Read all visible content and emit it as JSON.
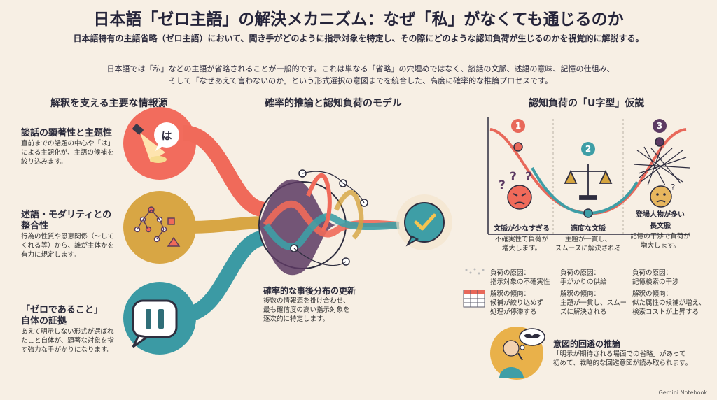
{
  "header": {
    "title": "日本語「ゼロ主語」の解決メカニズム：なぜ「私」がなくても通じるのか",
    "subtitle": "日本語特有の主語省略（ゼロ主語）において、聞き手がどのように指示対象を特定し、その際にどのような認知負荷が生じるのかを視覚的に解説する。",
    "intro_line1": "日本語では「私」などの主語が省略されることが一般的です。これは単なる「省略」の穴埋めではなく、談話の文脈、述語の意味、記憶の仕組み、",
    "intro_line2": "そして「なぜあえて言わないのか」という形式選択の意図までを統合した、高度に確率的な推論プロセスです。"
  },
  "left": {
    "section_title": "解釈を支える主要な情報源",
    "sources": [
      {
        "title": "談話の顕著性と主題性",
        "body1": "直前までの話題の中心や「は」",
        "body2": "による主題化が、主語の候補を",
        "body3": "絞り込みます。",
        "bubble": "は"
      },
      {
        "title1": "述語・モダリティとの",
        "title2": "整合性",
        "body1": "行為の性質や恩恵関係（〜して",
        "body2": "くれる等）から、誰が主体かを",
        "body3": "有力に規定します。"
      },
      {
        "title1": "「ゼロであること」",
        "title2": "自体の証拠",
        "body1": "あえて明示しない形式が選ばれ",
        "body2": "たこと自体が、顕著な対象を指",
        "body3": "す強力な手がかりになります。"
      }
    ]
  },
  "middle": {
    "section_title": "確率的推論と認知負荷のモデル",
    "caption_title": "確率的な事後分布の更新",
    "caption1": "複数の情報源を掛け合わせ、",
    "caption2": "最も確信度の高い指示対象を",
    "caption3": "逐次的に特定します。"
  },
  "right": {
    "section_title": "認知負荷の「U字型」仮説",
    "markers": [
      "1",
      "2",
      "3"
    ],
    "labels": [
      {
        "title": "文脈が少なすぎる",
        "body1": "不確実性で負荷が",
        "body2": "増大します。"
      },
      {
        "title": "適度な文脈",
        "body1": "主題が一貫し、",
        "body2": "スムーズに解決される"
      },
      {
        "title1": "登場人物が多い",
        "title2": "長文脈",
        "body1": "記憶の干渉で負荷が",
        "body2": "増大します。"
      }
    ],
    "causes": [
      {
        "label": "負荷の原因：",
        "value": "指示対象の不確実性"
      },
      {
        "label": "負荷の原因：",
        "value": "手がかりの供給"
      },
      {
        "label": "負荷の原因：",
        "value": "記憶検索の干渉"
      }
    ],
    "tendencies": [
      {
        "label": "解釈の傾向：",
        "v1": "候補が絞り込めず",
        "v2": "処理が停滞する"
      },
      {
        "label": "解釈の傾向：",
        "v1": "主題が一貫し、スムー",
        "v2": "ズに解決される"
      },
      {
        "label": "解釈の傾向：",
        "v1": "似た属性の候補が増え、",
        "v2": "検索コストが上昇する"
      }
    ],
    "avoid_title": "意図的回避の推論",
    "avoid1": "「明示が期待される場面での省略」があって",
    "avoid2": "初めて、戦略的な回避意図が読み取られます。"
  },
  "footer": {
    "brand": "Gemini Notebook"
  },
  "colors": {
    "coral": "#f06a5a",
    "teal": "#3e9ea6",
    "gold": "#d5a43e",
    "plum": "#5c3a63",
    "bg": "#f7efe4"
  }
}
